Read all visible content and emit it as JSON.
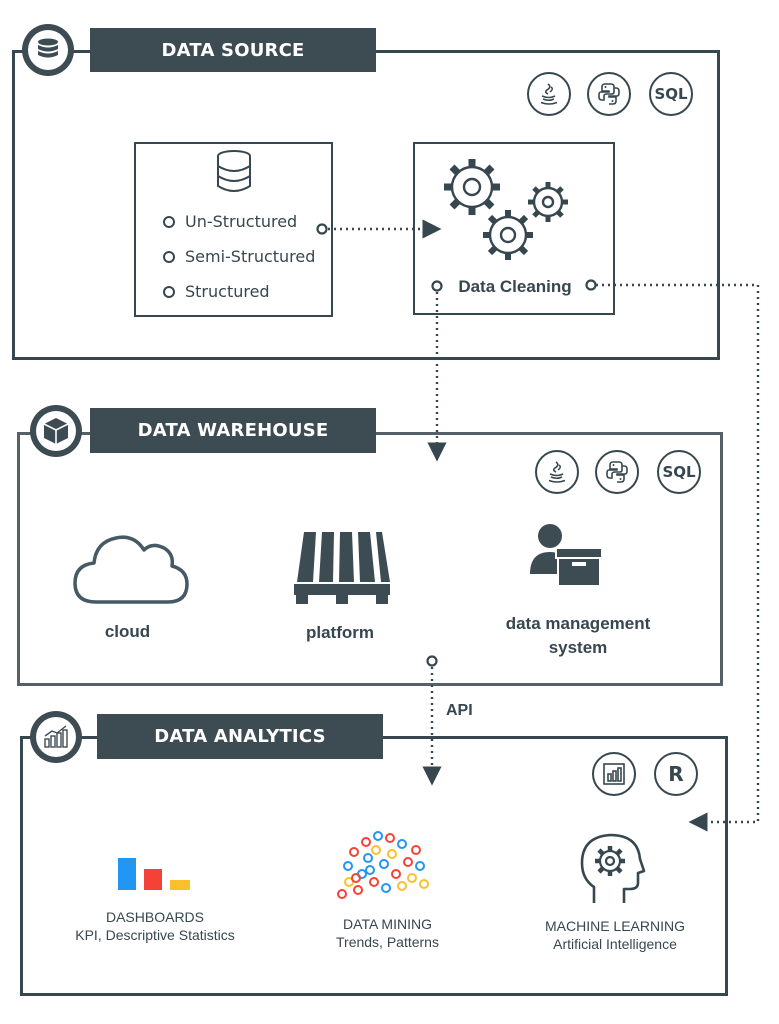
{
  "data_source": {
    "title": "DATA SOURCE",
    "tools": [
      "java-icon",
      "python-icon",
      "SQL"
    ],
    "source_types": [
      "Un-Structured",
      "Semi-Structured",
      "Structured"
    ],
    "cleaning_label": "Data Cleaning"
  },
  "data_warehouse": {
    "title": "DATA WAREHOUSE",
    "tools": [
      "java-icon",
      "python-icon",
      "SQL"
    ],
    "items": [
      {
        "label": "cloud"
      },
      {
        "label": "platform"
      },
      {
        "label": "data management\nsystem"
      }
    ]
  },
  "connector": {
    "api_label": "API"
  },
  "data_analytics": {
    "title": "DATA ANALYTICS",
    "tools": [
      "power-bi-icon",
      "R"
    ],
    "items": [
      {
        "title": "DASHBOARDS",
        "subtitle": "KPI, Descriptive Statistics"
      },
      {
        "title": "DATA MINING",
        "subtitle": "Trends, Patterns"
      },
      {
        "title": "MACHINE LEARNING",
        "subtitle": "Artificial Intelligence"
      }
    ]
  },
  "colors": {
    "primary": "#3d4b53",
    "blue": "#2196f3",
    "red": "#f44336",
    "yellow": "#fbc02d"
  }
}
